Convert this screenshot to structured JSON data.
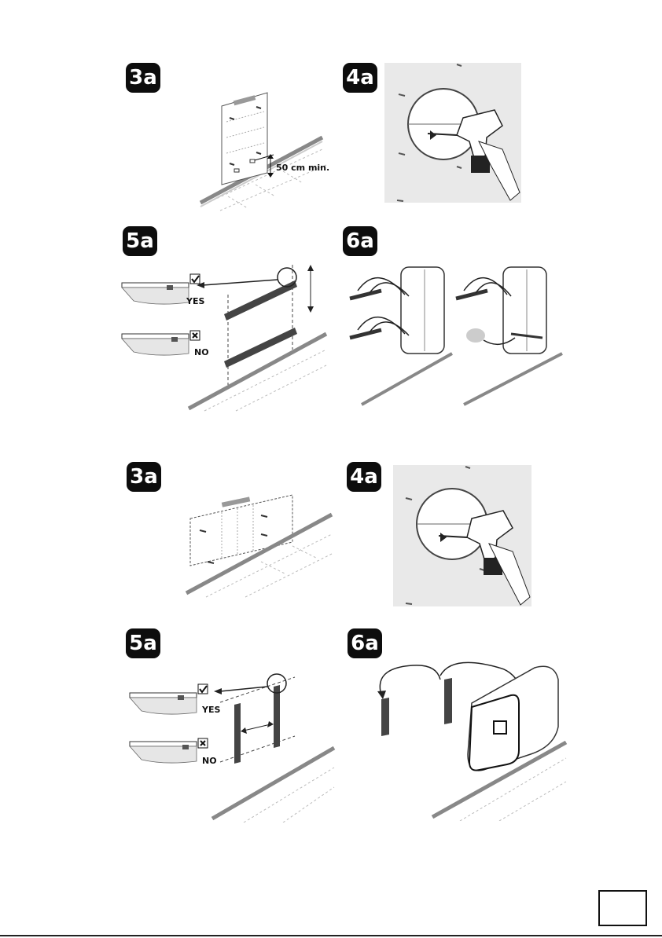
{
  "section_top": {
    "steps": [
      {
        "label": "3a"
      },
      {
        "label": "4a"
      },
      {
        "label": "5a"
      },
      {
        "label": "6a"
      }
    ],
    "distance_label": "50 cm min.",
    "yes_label": "YES",
    "no_label": "NO"
  },
  "section_bottom": {
    "steps": [
      {
        "label": "3a"
      },
      {
        "label": "4a"
      },
      {
        "label": "5a"
      },
      {
        "label": "6a"
      }
    ],
    "yes_label": "YES",
    "no_label": "NO"
  },
  "icons": [
    "check-box-icon",
    "cross-box-icon",
    "drill-icon",
    "arrow-icon"
  ],
  "colors": {
    "badge": "#0d0d0d",
    "wall_panel": "#e9e9e9",
    "line": "#333333"
  }
}
